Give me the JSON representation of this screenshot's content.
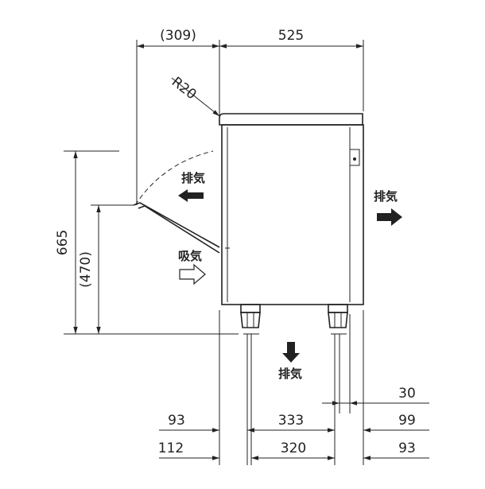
{
  "dimensions": {
    "top_left": "(309)",
    "top_right": "525",
    "radius": "R20",
    "height_total": "665",
    "height_open": "(470)",
    "right_30": "30",
    "row1_left": "93",
    "row1_mid": "333",
    "row1_right": "99",
    "row2_left": "112",
    "row2_mid": "320",
    "row2_right": "93"
  },
  "labels": {
    "exhaust_top": "排気",
    "intake": "吸気",
    "exhaust_right": "排気",
    "exhaust_bottom": "排気"
  }
}
